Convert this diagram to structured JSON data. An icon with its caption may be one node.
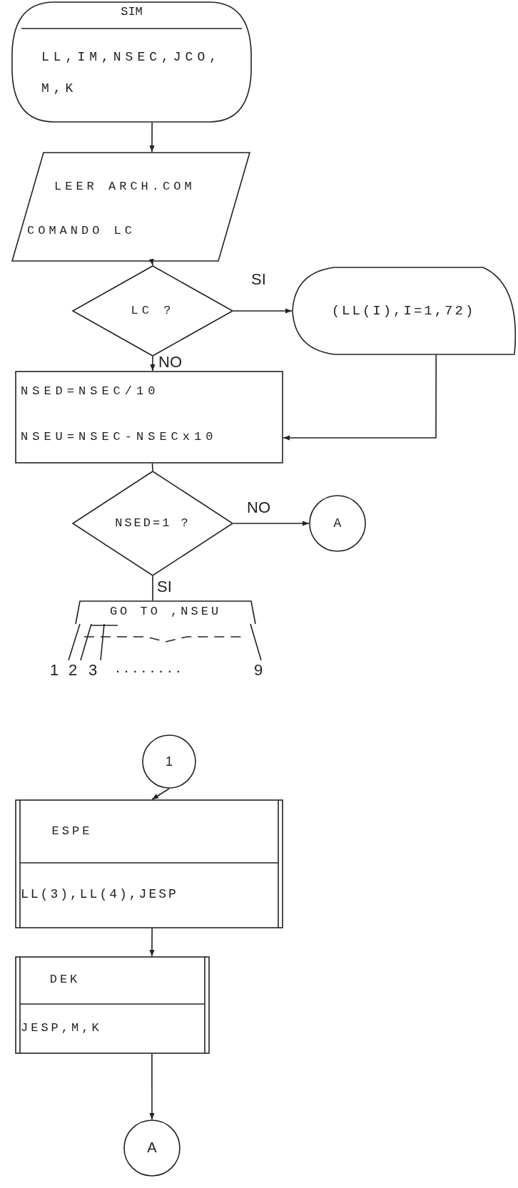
{
  "diagram": {
    "nodes": [
      {
        "text": [
          "SIM",
          "LL,IM,NSEC,JCO, M,K"
        ]
      },
      {
        "text": [
          "LEER ARCH.COM",
          "COMANDO LC"
        ]
      },
      {
        "text": [
          "LC ?"
        ]
      },
      {
        "text": [
          "(LL(I),I=1,72)"
        ]
      },
      {
        "text": [
          "NSED=NSEC/10",
          "NSEU=NSEC-NSECx10"
        ]
      },
      {
        "text": [
          "NSED=1 ?"
        ]
      },
      {
        "text": [
          "A"
        ]
      },
      {
        "text": [
          "GO TO ,NSEU"
        ]
      },
      {
        "text": [
          "1"
        ]
      },
      {
        "text": [
          "ESPE",
          "LL(3),LL(4),JESP"
        ]
      },
      {
        "text": [
          "DEK",
          "JESP,M,K"
        ]
      },
      {
        "text": [
          "A"
        ]
      }
    ],
    "edges": [
      {
        "from": 0,
        "to": 1,
        "arrow": "to"
      },
      {
        "from": 1,
        "to": 2,
        "arrow": "to"
      },
      {
        "from": 2,
        "to": 3,
        "arrow": "to",
        "label": "SI"
      },
      {
        "from": 2,
        "to": 4,
        "arrow": "to",
        "label": "NO"
      },
      {
        "from": 3,
        "to": 4,
        "arrow": "to"
      },
      {
        "from": 4,
        "to": 5,
        "arrow": "none"
      },
      {
        "from": 5,
        "to": 6,
        "arrow": "to",
        "label": "NO"
      },
      {
        "from": 5,
        "to": 7,
        "arrow": "none",
        "label": "SI"
      },
      {
        "from": 8,
        "to": 9,
        "arrow": "to"
      },
      {
        "from": 9,
        "to": 10,
        "arrow": "to"
      },
      {
        "from": 10,
        "to": 11,
        "arrow": "to"
      }
    ],
    "labels": [
      "1",
      "2",
      "3",
      "........",
      "9"
    ]
  }
}
